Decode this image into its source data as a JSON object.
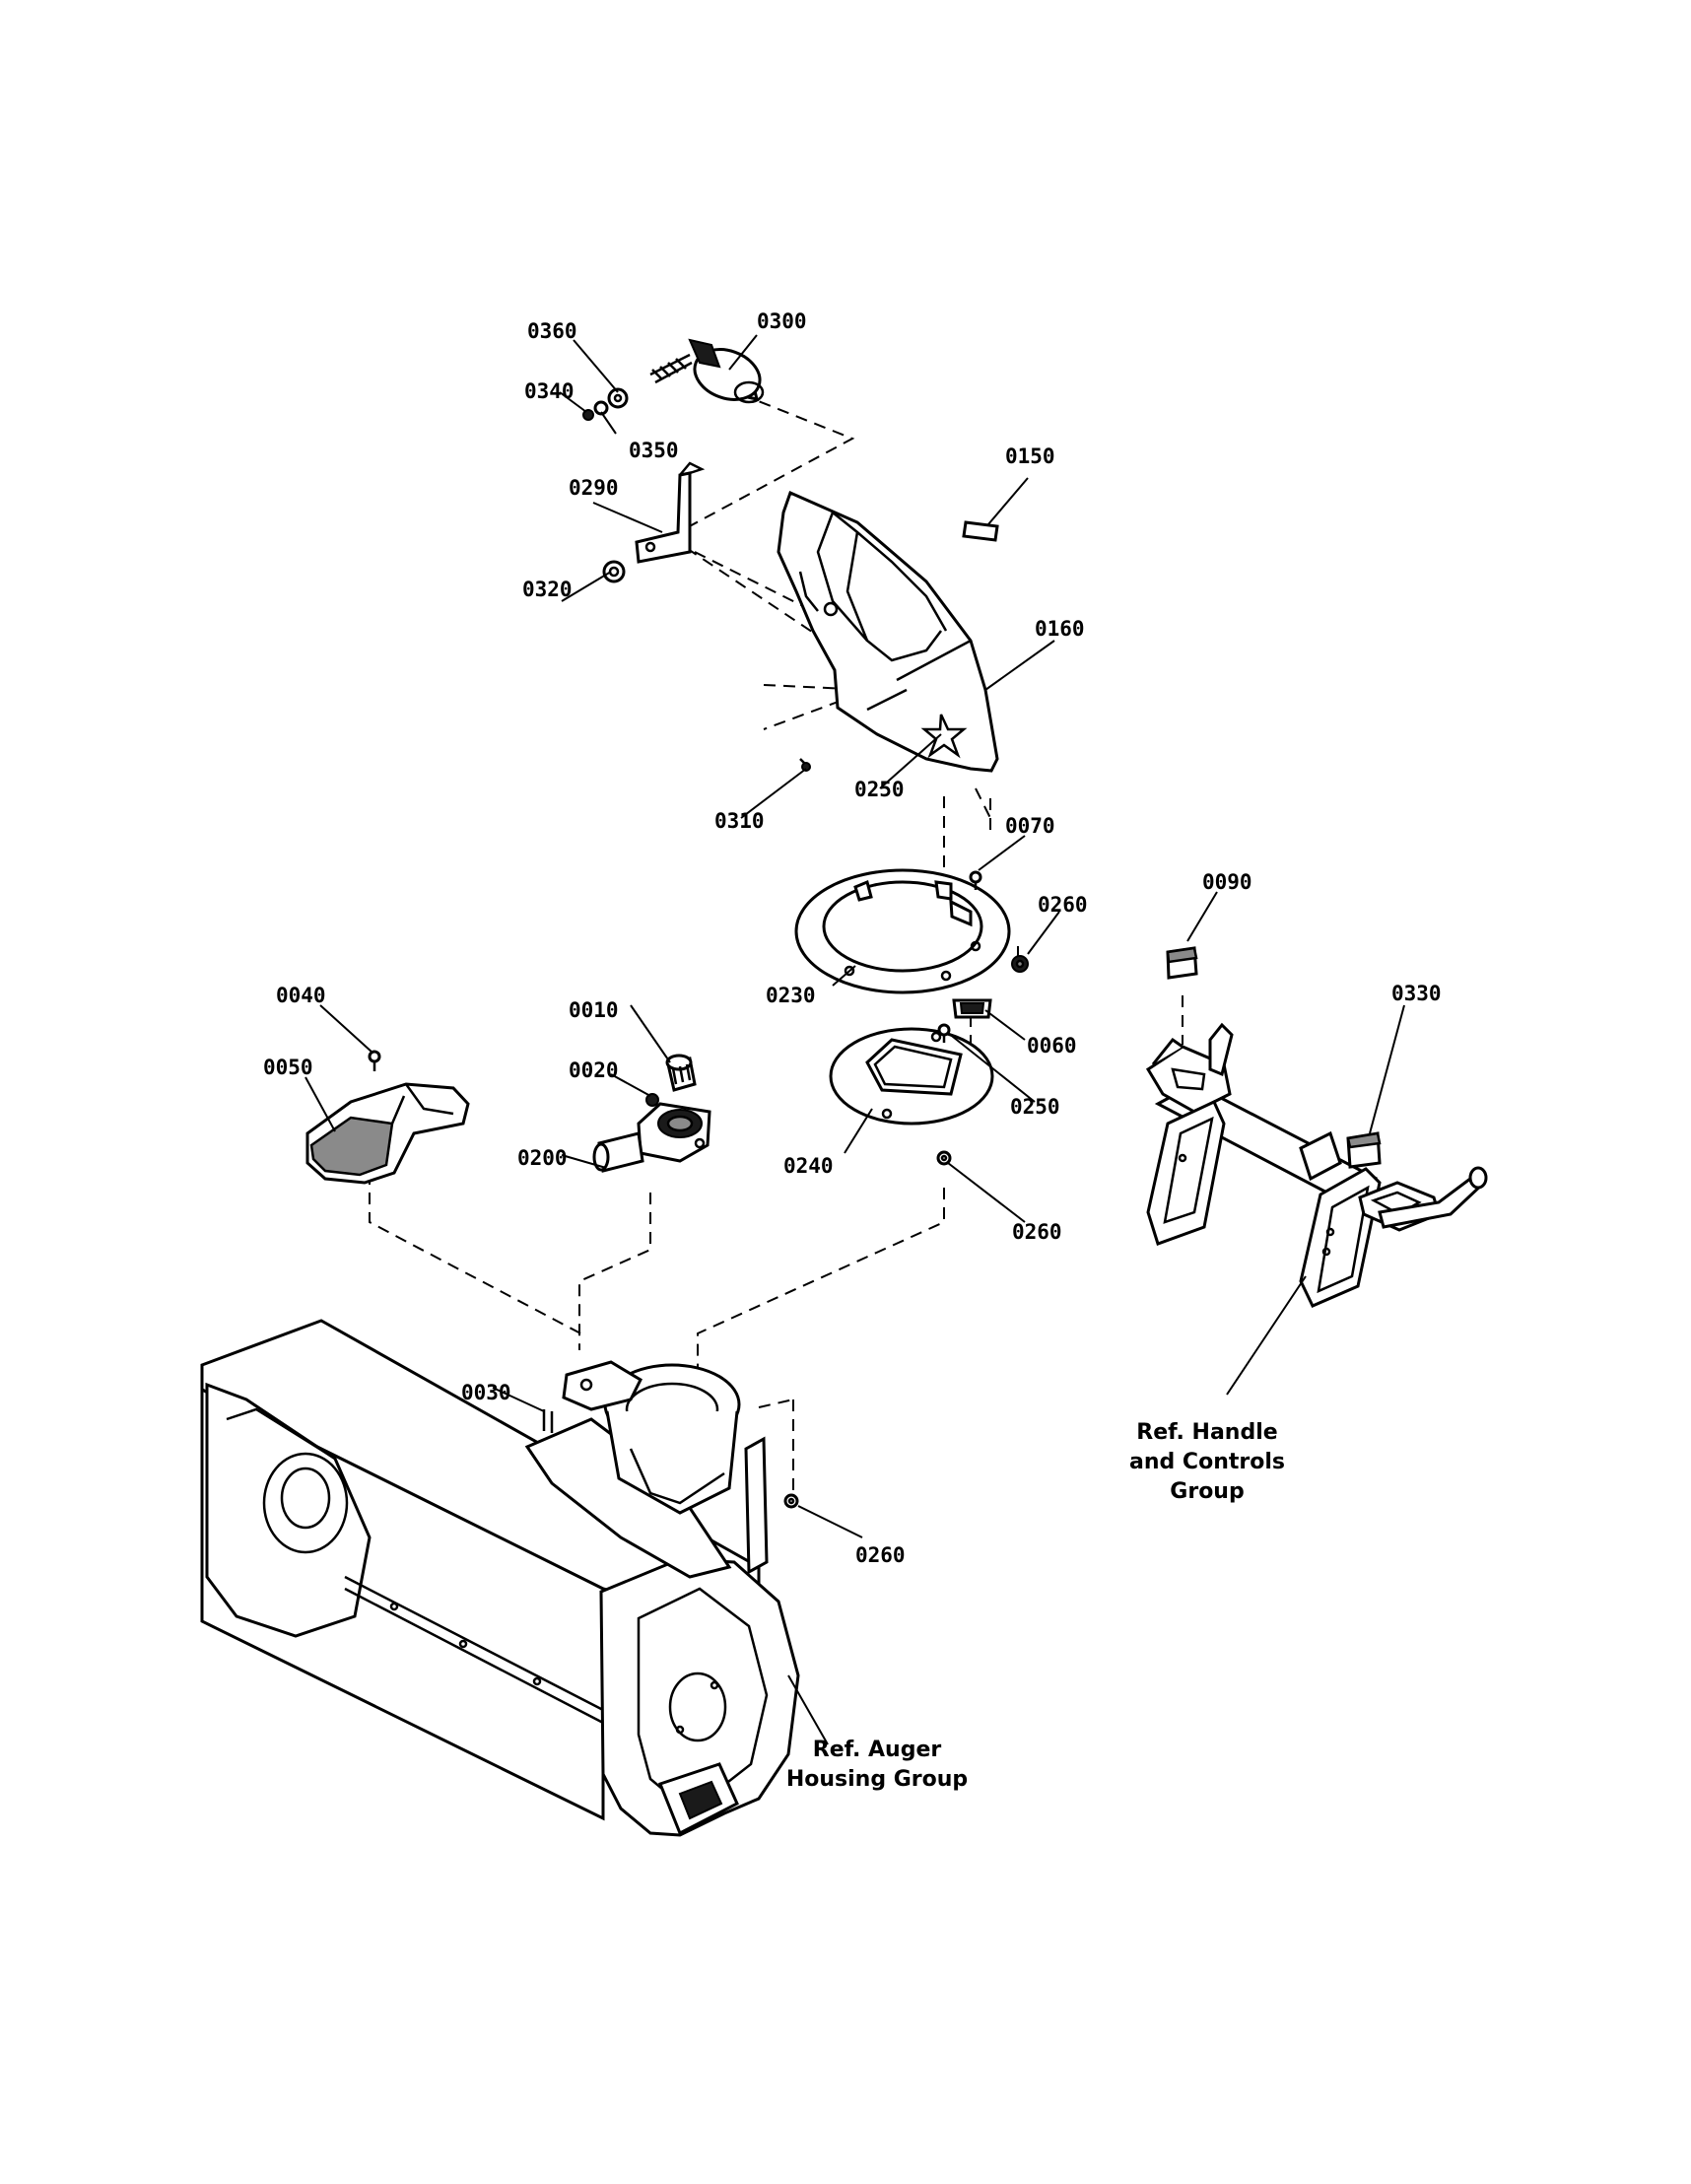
{
  "part_numbers": [
    "0360",
    "0300",
    "0340",
    "0350",
    "0150",
    "0290",
    "0320",
    "0160",
    "0310",
    "0250",
    "0070",
    "0260",
    "0090",
    "0330",
    "0230",
    "0060",
    "0040",
    "0010",
    "0050",
    "0020",
    "0200",
    "0250",
    "0240",
    "0260",
    "0030",
    "0260"
  ],
  "references": {
    "handle": [
      "Ref. Handle",
      "and Controls",
      "Group"
    ],
    "auger": [
      "Ref. Auger",
      "Housing Group"
    ]
  }
}
